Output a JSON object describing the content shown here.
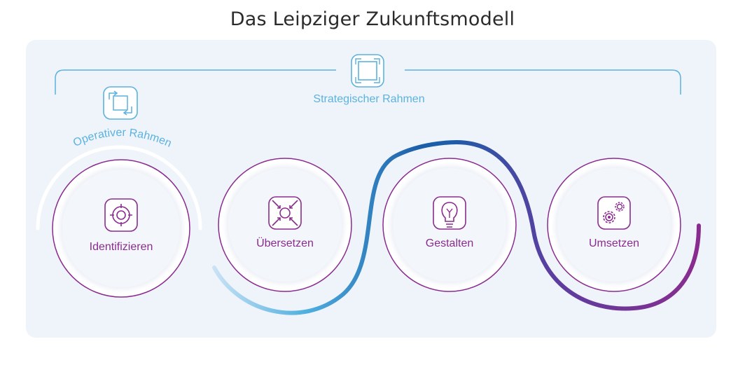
{
  "title": "Das Leipziger Zukunftsmodell",
  "strategic_frame": {
    "label": "Strategischer Rahmen",
    "icon": "frame-icon"
  },
  "operative_frame": {
    "label": "Operativer Rahmen",
    "icon": "cycle-frame-icon"
  },
  "steps": [
    {
      "label": "Identifizieren",
      "icon": "target-icon"
    },
    {
      "label": "Übersetzen",
      "icon": "arrows-inward-icon"
    },
    {
      "label": "Gestalten",
      "icon": "lightbulb-icon"
    },
    {
      "label": "Umsetzen",
      "icon": "gears-icon"
    }
  ],
  "colors": {
    "accent_purple": "#8a2c8f",
    "accent_blue": "#5bb2df",
    "wave_dark": "#1c5ea8",
    "panel_bg": "#eff4fb"
  }
}
